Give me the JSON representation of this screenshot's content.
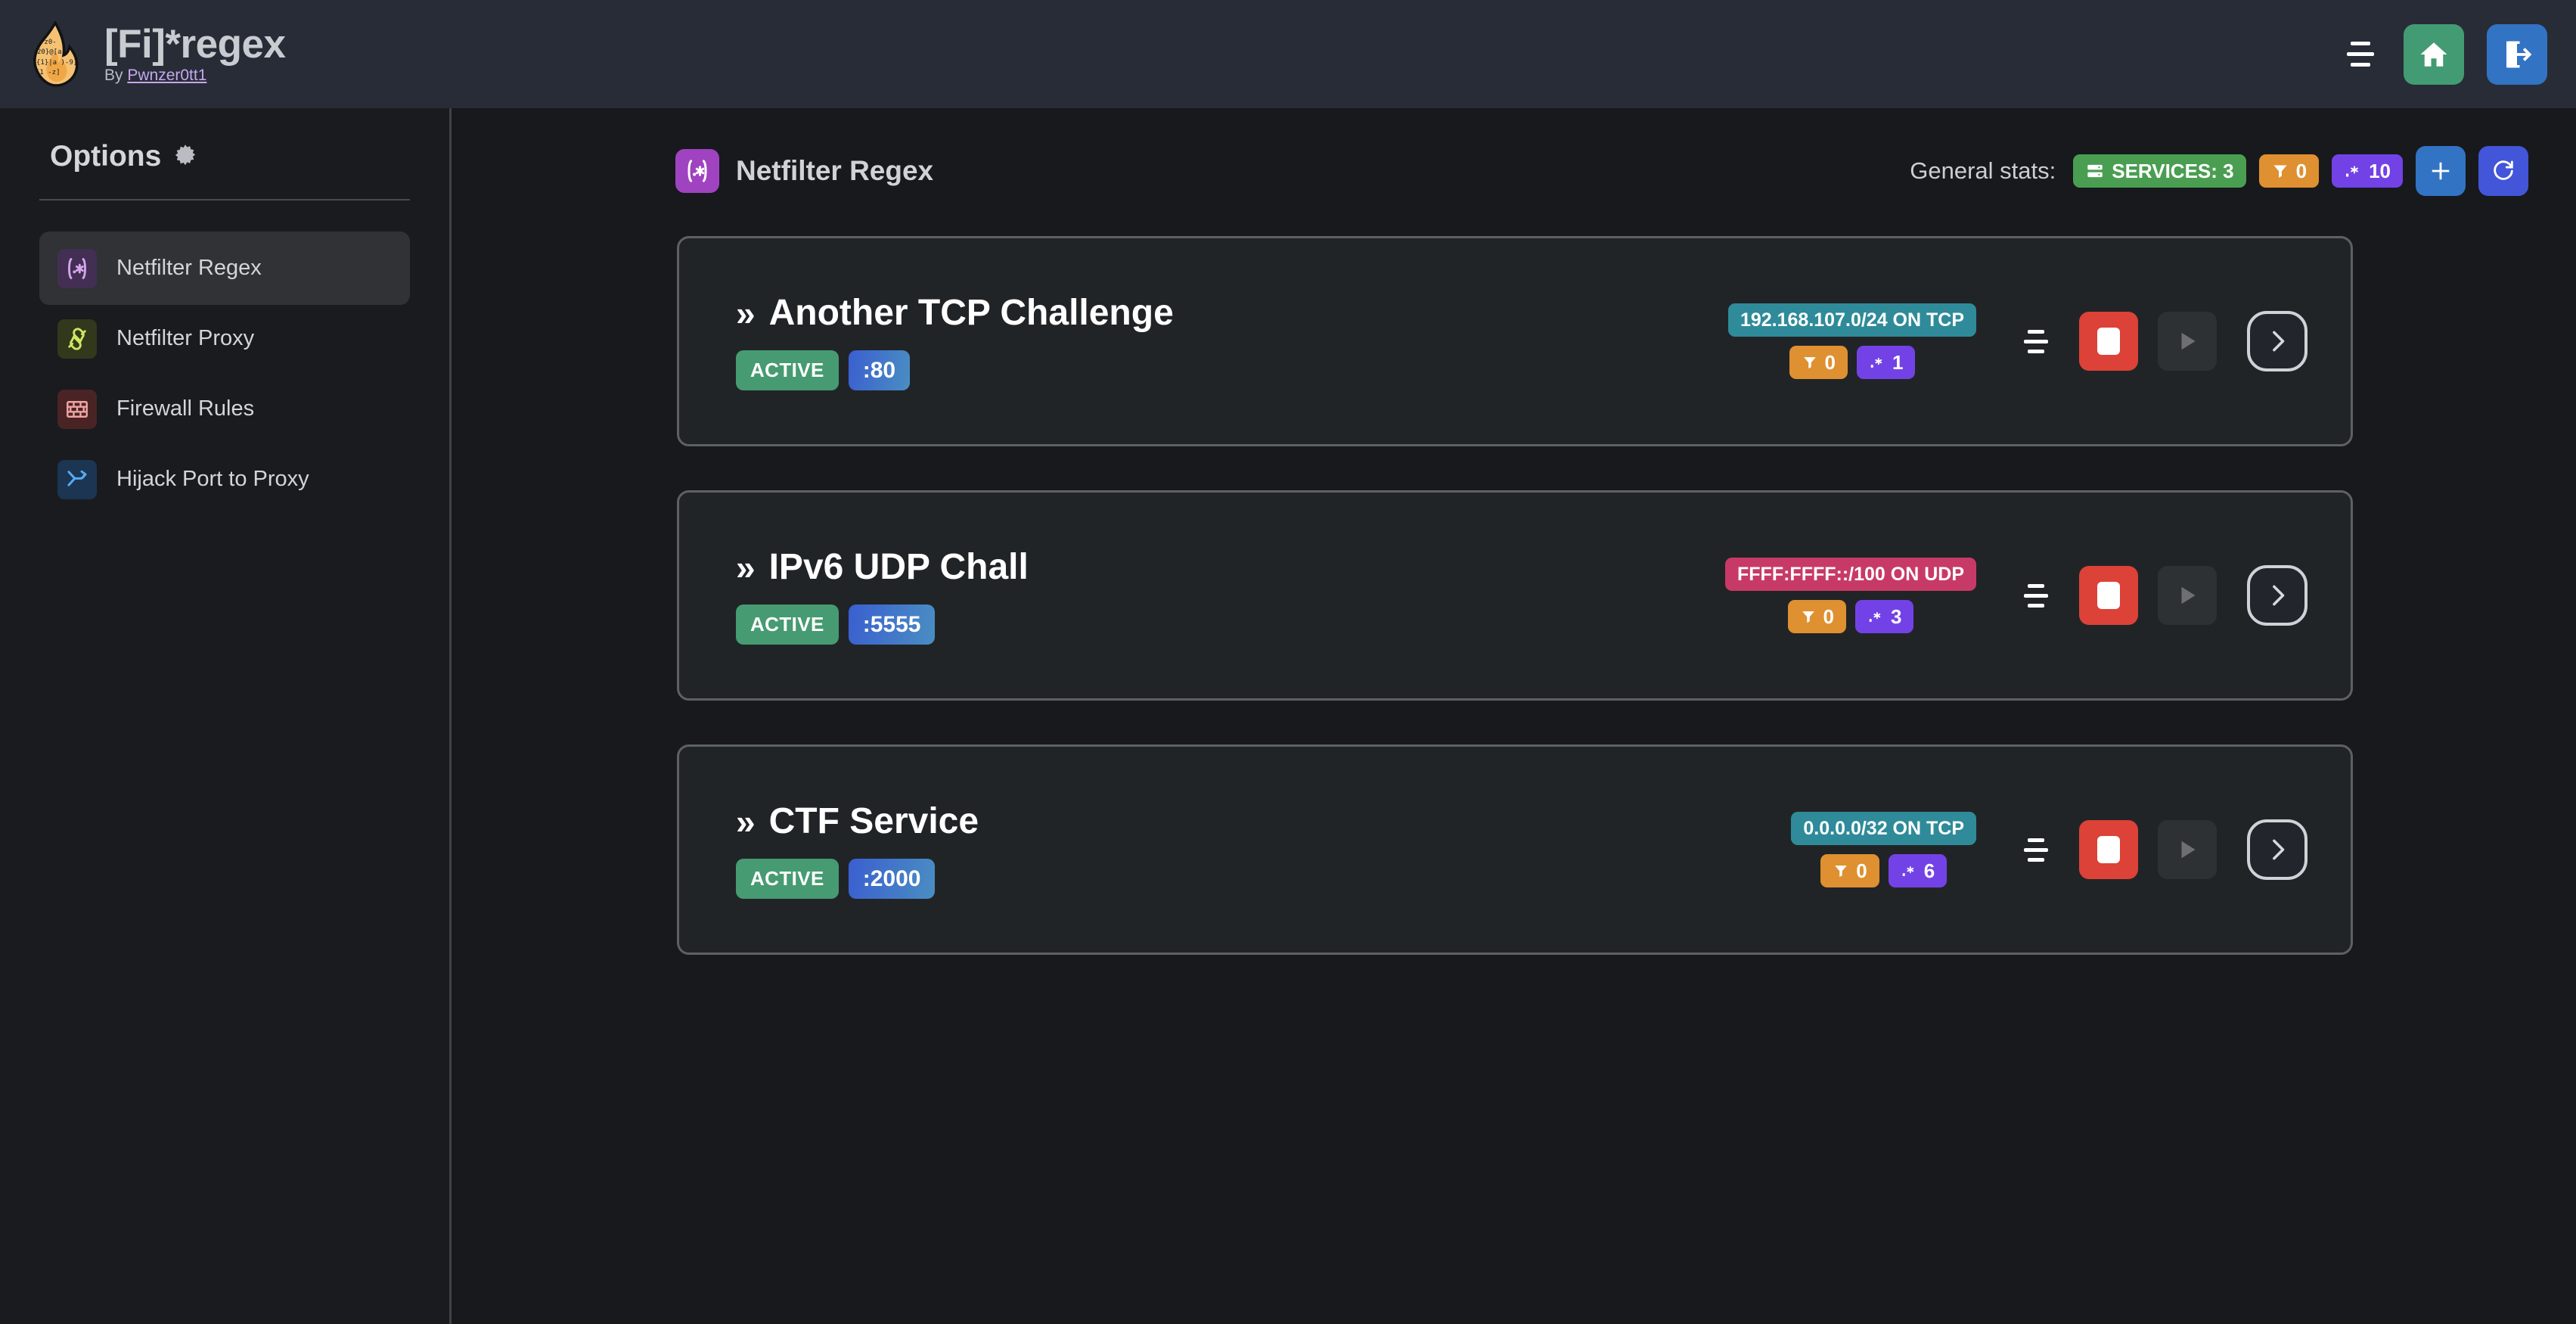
{
  "header": {
    "logo_icon": "flame-regex-logo",
    "title": "[Fi]*regex",
    "by_prefix": "By ",
    "author": "Pwnzer0tt1",
    "menu_icon": "hamburger-icon",
    "home_icon": "home-icon",
    "logout_icon": "logout-icon"
  },
  "sidebar": {
    "heading": "Options",
    "heading_icon": "gear-icon",
    "items": [
      {
        "label": "Netfilter Regex",
        "icon": "regex-icon",
        "active": true
      },
      {
        "label": "Netfilter Proxy",
        "icon": "plug-icon",
        "active": false
      },
      {
        "label": "Firewall Rules",
        "icon": "brick-wall-icon",
        "active": false
      },
      {
        "label": "Hijack Port to Proxy",
        "icon": "route-fork-icon",
        "active": false
      }
    ]
  },
  "page": {
    "icon": "regex-icon",
    "title": "Netfilter Regex",
    "stats_label": "General stats:",
    "stats": [
      {
        "icon": "server-icon",
        "label": "SERVICES: 3",
        "color": "#4a9e52"
      },
      {
        "icon": "filter-icon",
        "label": "0",
        "color": "#df9031"
      },
      {
        "icon": "regex-icon",
        "label": "10",
        "color": "#7342e6"
      }
    ],
    "add_icon": "plus-icon",
    "refresh_icon": "refresh-icon"
  },
  "services": [
    {
      "chevron": "»",
      "name": "Another TCP Challenge",
      "status": "ACTIVE",
      "port": ":80",
      "network": "192.168.107.0/24 ON TCP",
      "network_color": "teal",
      "filter_count": "0",
      "regex_count": "1",
      "drag_icon": "drag-handle-icon",
      "stop_icon": "stop-icon",
      "play_icon": "play-icon",
      "detail_icon": "chevron-right-icon"
    },
    {
      "chevron": "»",
      "name": "IPv6 UDP Chall",
      "status": "ACTIVE",
      "port": ":5555",
      "network": "FFFF:FFFF::/100 ON UDP",
      "network_color": "rose",
      "filter_count": "0",
      "regex_count": "3",
      "drag_icon": "drag-handle-icon",
      "stop_icon": "stop-icon",
      "play_icon": "play-icon",
      "detail_icon": "chevron-right-icon"
    },
    {
      "chevron": "»",
      "name": "CTF Service",
      "status": "ACTIVE",
      "port": ":2000",
      "network": "0.0.0.0/32 ON TCP",
      "network_color": "teal",
      "filter_count": "0",
      "regex_count": "6",
      "drag_icon": "drag-handle-icon",
      "stop_icon": "stop-icon",
      "play_icon": "play-icon",
      "detail_icon": "chevron-right-icon"
    }
  ],
  "colors": {
    "header_bg": "#282c37",
    "body_bg": "#17191c",
    "sidebar_bg": "#191b1e",
    "card_bg": "#212427",
    "card_border": "#5d6065",
    "accent_green": "#429b72",
    "accent_blue": "#3273c4",
    "accent_purple": "#a043c0",
    "accent_red": "#dc4237",
    "accent_orange": "#df9031"
  }
}
